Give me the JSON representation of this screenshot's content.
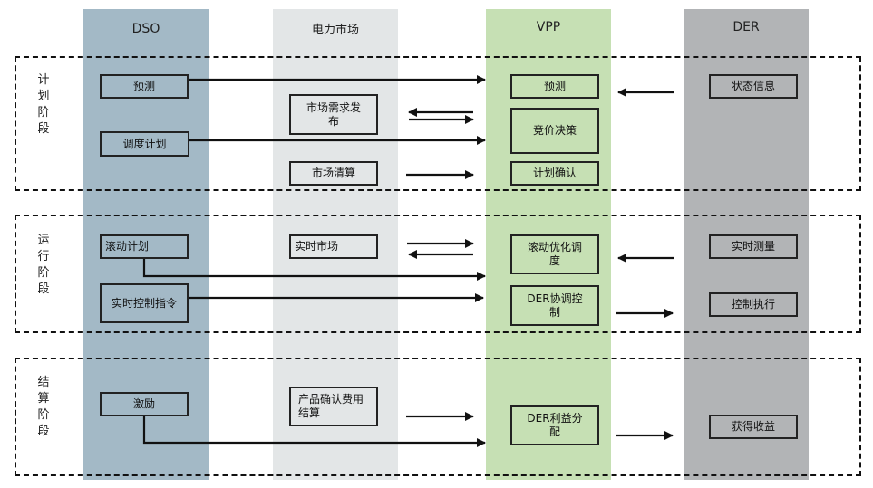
{
  "lanes": {
    "dso": "DSO",
    "market": "电力市场",
    "vpp": "VPP",
    "der": "DER"
  },
  "colors": {
    "dso_lane": "#a3b9c6",
    "market_lane": "#e3e6e7",
    "vpp_lane": "#c6e0b4",
    "der_lane": "#b2b4b6"
  },
  "phases": {
    "planning": "计划阶段",
    "operation": "运行阶段",
    "settlement": "结算阶段"
  },
  "nodes": {
    "dso_forecast": "预测",
    "dso_dispatch_plan": "调度计划",
    "dso_rolling_plan": "滚动计划",
    "dso_realtime_control": "实时控制指令",
    "dso_incentive": "激励",
    "market_demand": "市场需求发布",
    "market_clearing": "市场清算",
    "market_realtime": "实时市场",
    "market_settlement": "产品确认费用结算",
    "vpp_forecast": "预测",
    "vpp_bidding": "竞价决策",
    "vpp_plan_confirm": "计划确认",
    "vpp_rolling_opt": "滚动优化调度",
    "vpp_der_coord": "DER协调控制",
    "vpp_der_profit": "DER利益分配",
    "der_status": "状态信息",
    "der_realtime_measure": "实时测量",
    "der_control_exec": "控制执行",
    "der_revenue": "获得收益"
  }
}
